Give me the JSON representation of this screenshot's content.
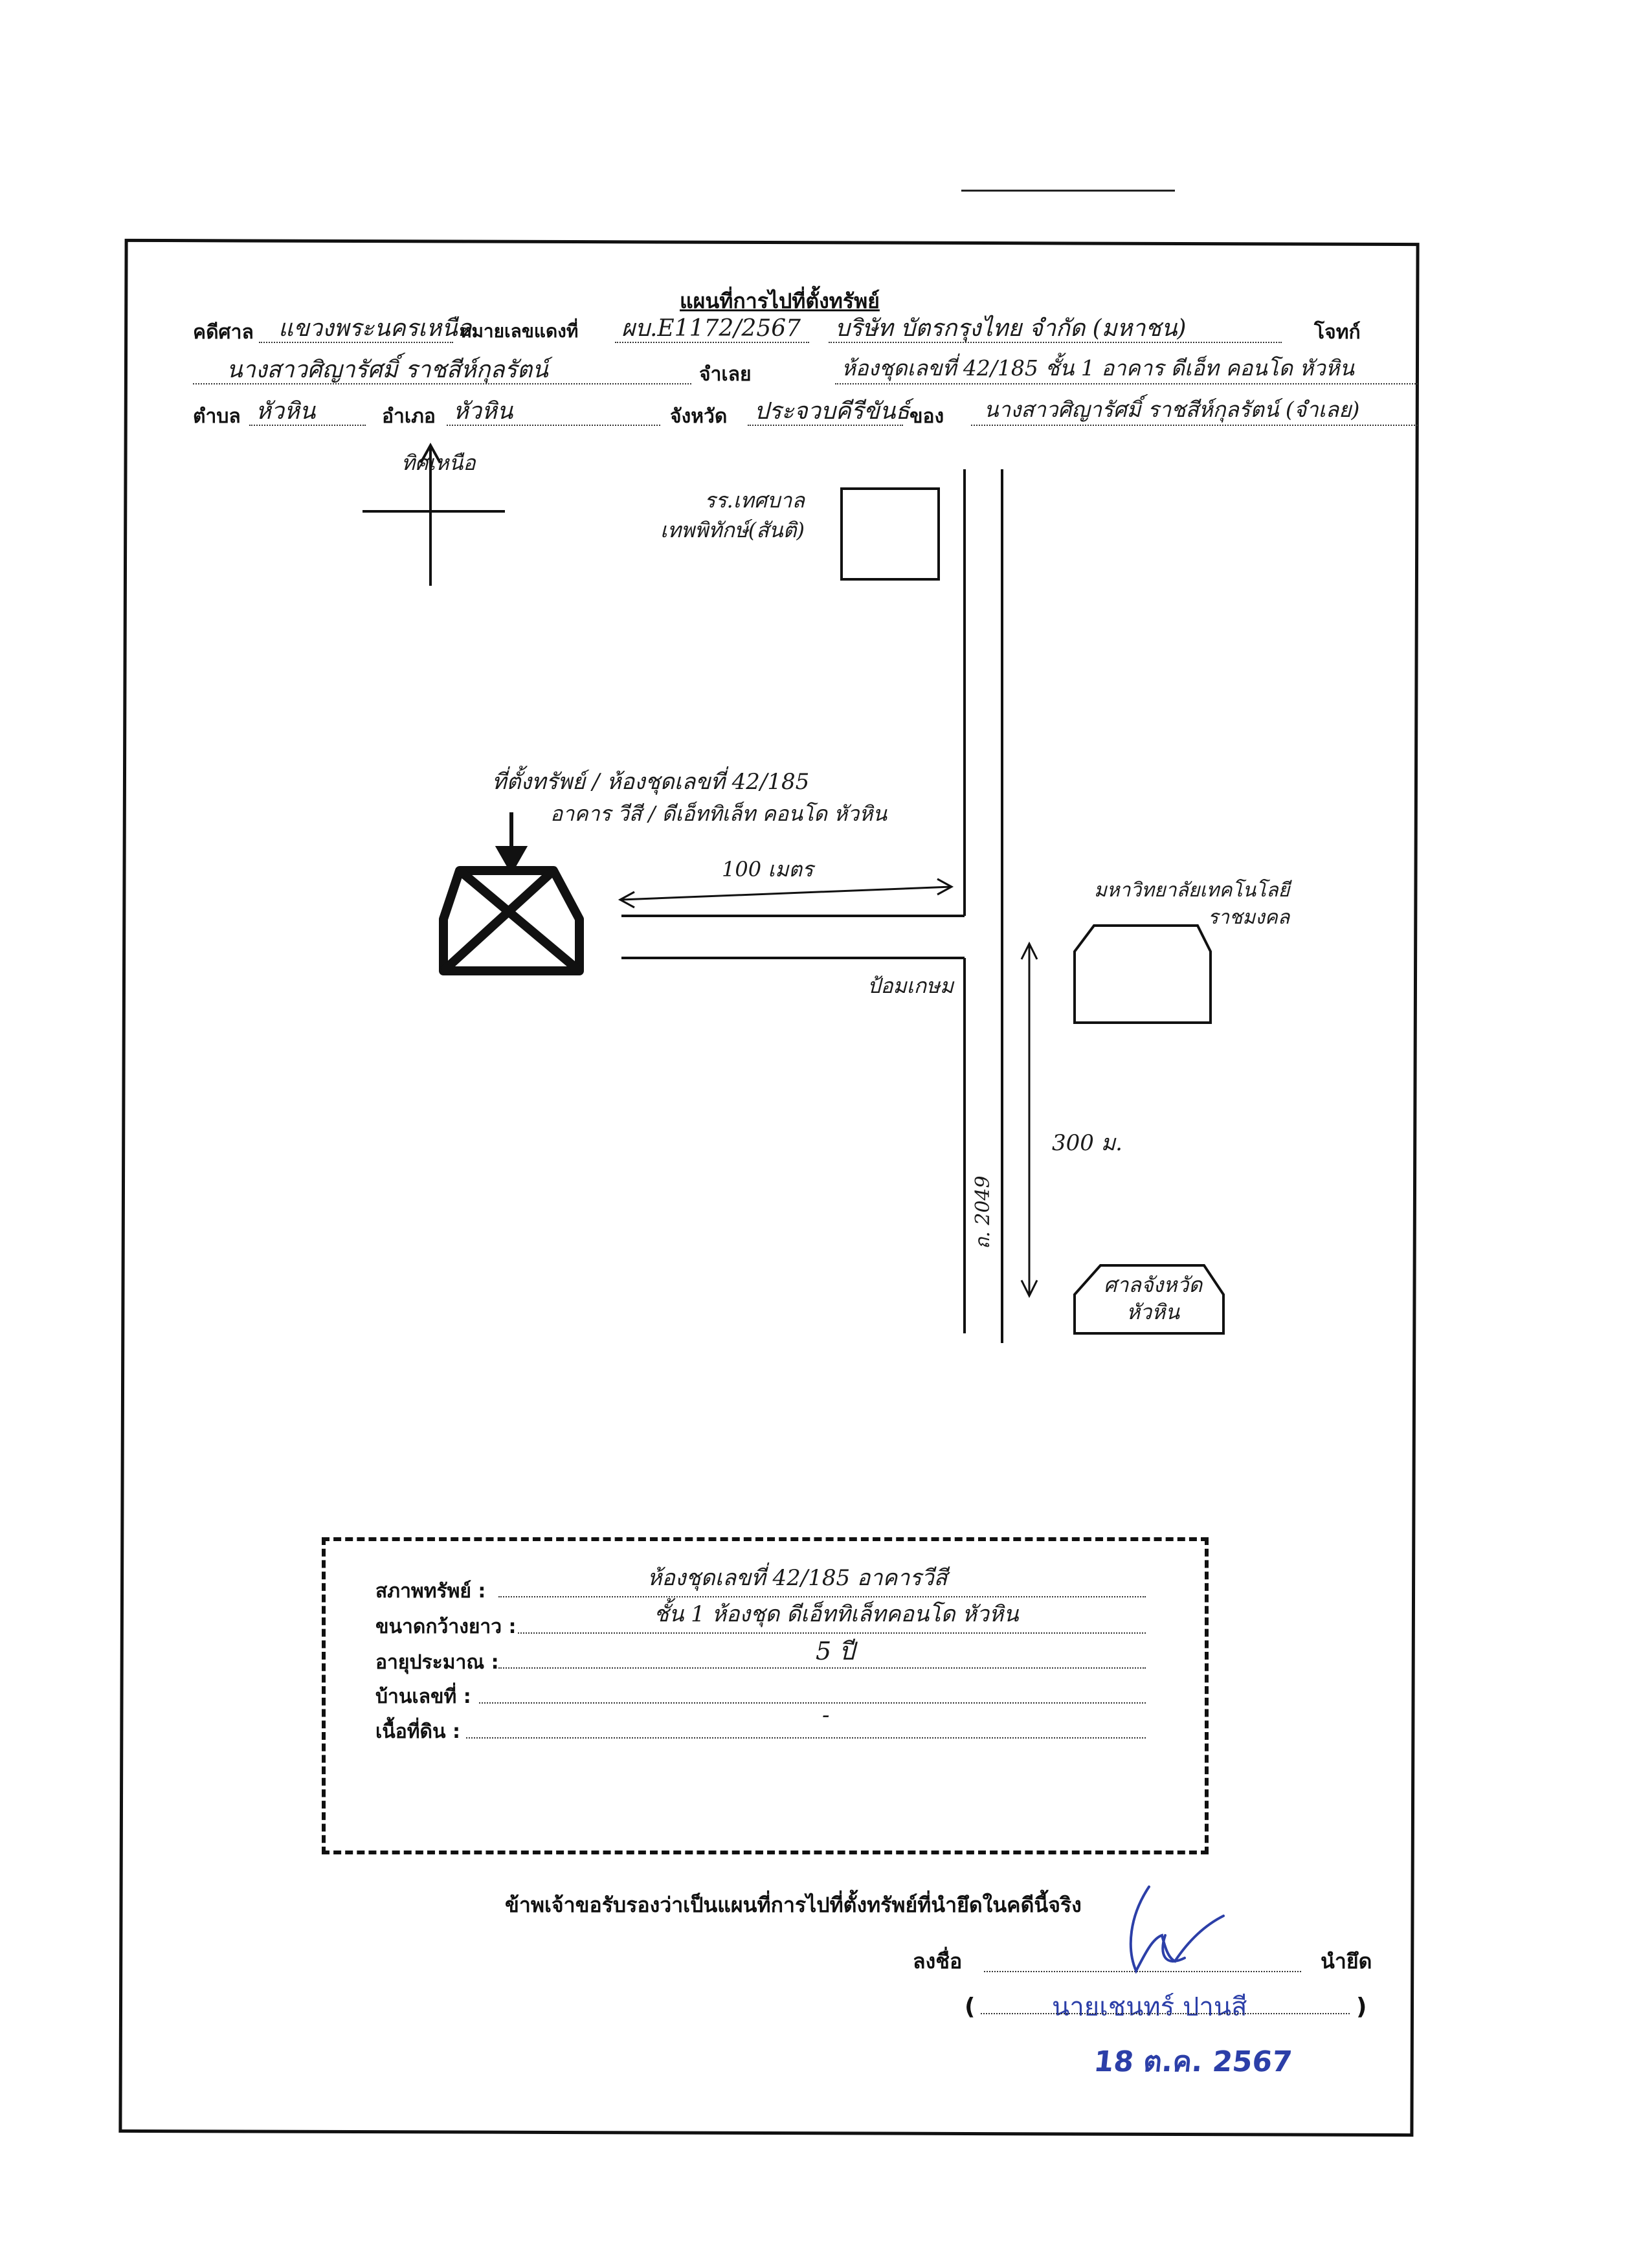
{
  "document": {
    "title": "แผนที่การไปที่ตั้งทรัพย์",
    "header": {
      "court_label": "คดีศาล",
      "court_value": "แขวงพระนครเหนือ",
      "case_no_label": "หมายเลขแดงที่",
      "case_no_value": "ผบ.E1172/2567",
      "creditor_value": "บริษัท บัตรกรุงไทย จำกัด (มหาชน)",
      "plaintiff_label": "โจทก์",
      "defendant_value": "นางสาวศิญารัศมิ์ ราชสีห์กุลรัตน์",
      "debtor_label": "จำเลย",
      "property_value": "ห้องชุดเลขที่ 42/185 ชั้น 1 อาคาร ดีเอ็ท คอนโด หัวหิน",
      "subdistrict_label": "ตำบล",
      "subdistrict_value": "หัวหิน",
      "district_label": "อำเภอ",
      "district_value": "หัวหิน",
      "province_label": "จังหวัด",
      "province_value": "ประจวบคีรีขันธ์",
      "owner_label": "ของ",
      "owner_value": "นางสาวศิญารัศมิ์ ราชสีห์กุลรัตน์ (จำเลย)"
    },
    "map": {
      "north_label": "ทิศเหนือ",
      "school_label": "รร.เทศบาล\nเทพพิทักษ์(สันติ)",
      "property_label_line1": "ที่ตั้งทรัพย์ / ห้องชุดเลขที่ 42/185",
      "property_label_line2": "อาคาร วีสี / ดีเอ็ททิเล็ท คอนโด หัวหิน",
      "distance_100": "100 เมตร",
      "road_label": "ป้อมเกษม",
      "university_label": "มหาวิทยาลัยเทคโนโลยี\nราชมงคล",
      "distance_300": "300 ม.",
      "highway_label": "ถ. 2049",
      "shrine_label": "ศาลจังหวัด\nหัวหิน"
    },
    "details": {
      "rows": [
        {
          "label": "สภาพทรัพย์ :",
          "value": "ห้องชุดเลขที่ 42/185 อาคารวีสี"
        },
        {
          "label": "ขนาดกว้างยาว :",
          "value": "ชั้น 1 ห้องชุด ดีเอ็ททิเล็ทคอนโด หัวหิน"
        },
        {
          "label": "อายุประมาณ :",
          "value": "5 ปี"
        },
        {
          "label": "บ้านเลขที่ :",
          "value": ""
        },
        {
          "label": "เนื้อที่ดิน :",
          "value": "-"
        }
      ]
    },
    "certification": "ข้าพเจ้าขอรับรองว่าเป็นแผนที่การไปที่ตั้งทรัพย์ที่นำยึดในคดีนี้จริง",
    "signature": {
      "sign_label": "ลงชื่อ",
      "role_label": "นำยึด",
      "name_stamp": "นายเชนทร์ ปานสี",
      "date_stamp": "18 ต.ค. 2567",
      "open_paren": "(",
      "close_paren": ")"
    }
  }
}
